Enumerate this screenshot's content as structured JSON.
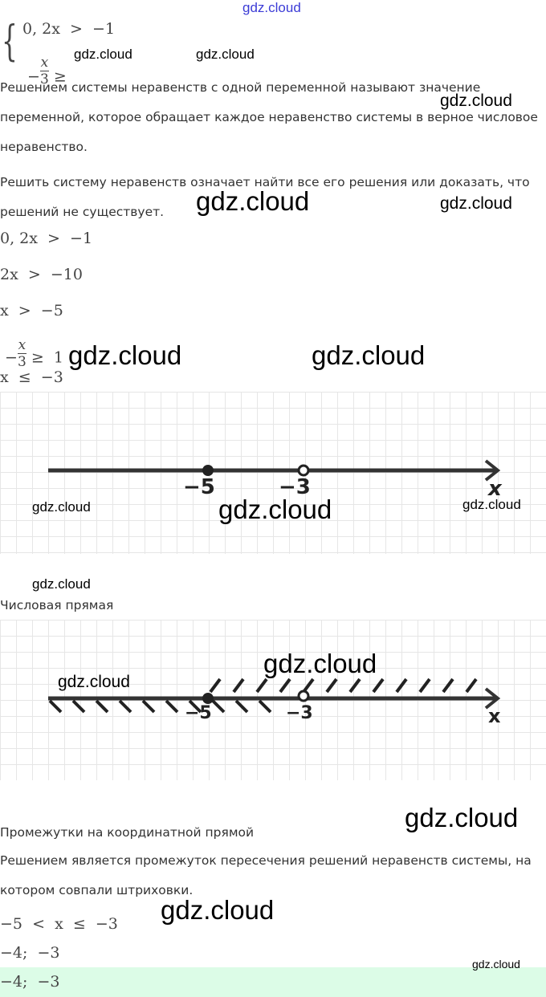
{
  "system": {
    "line1": "0, 2x  >  −1",
    "line2_num": "x",
    "line2_den": "3",
    "line2_sign": "−",
    "line2_rel": "≥"
  },
  "paragraphs": [
    "Решением системы неравенств с одной переменной называют значение переменной, которое обращает каждое неравенство системы в верное числовое неравенство.",
    "Решить систему неравенств означает найти все его решения или доказать, что решений не существует."
  ],
  "steps": [
    "0, 2x  >  −1",
    "2x  >  −10",
    "x  >  −5",
    "≥  1",
    "x  ≤  −3"
  ],
  "step4": {
    "sign": "−",
    "num": "x",
    "den": "3"
  },
  "figure1": {
    "labels": [
      "−5",
      "−3",
      "x"
    ],
    "points": [
      {
        "value": -5,
        "filled": true
      },
      {
        "value": -3,
        "filled": false
      }
    ]
  },
  "caption1": "Числовая прямая",
  "figure2": {
    "labels": [
      "−5",
      "−3",
      "x"
    ]
  },
  "caption2": "Промежутки на координатной прямой",
  "conclusion": "Решением является промежуток пересечения решений неравенств системы, на котором совпали штриховки.",
  "result": "−5  <  x  ≤  −3",
  "integers": "−4;  −3",
  "answer": "−4;  −3",
  "watermarks": [
    "gdz.cloud",
    "gdz.cloud",
    "gdz.cloud",
    "gdz.cloud",
    "gdz.cloud",
    "gdz.cloud",
    "gdz.cloud",
    "gdz.cloud",
    "gdz.cloud",
    "gdz.cloud",
    "gdz.cloud",
    "gdz.cloud",
    "gdz.cloud",
    "gdz.cloud",
    "gdz.cloud",
    "gdz.cloud",
    "gdz.cloud"
  ],
  "colors": {
    "answer_bg": "#dcfce7",
    "watermark_top": "#3b3bd6"
  }
}
